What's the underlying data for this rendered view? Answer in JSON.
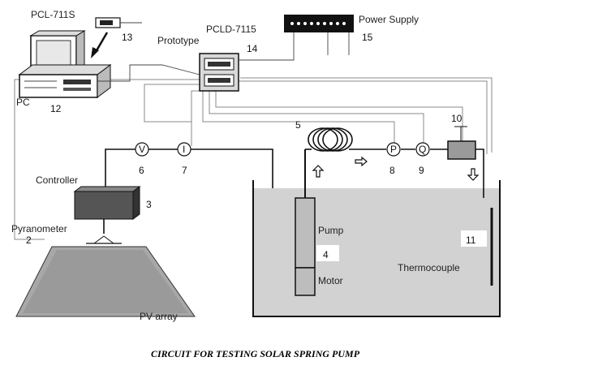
{
  "labels": {
    "pcl": "PCL-711S",
    "pcld": "PCLD-7115",
    "prototype": "Prototype",
    "power_supply": "Power Supply",
    "pc": "PC",
    "controller": "Controller",
    "pyranometer": "Pyranometer",
    "pv_array": "PV array",
    "pump": "Pump",
    "motor": "Motor",
    "thermocouple": "Thermocouple"
  },
  "meters": {
    "v": "V",
    "i": "I",
    "p": "P",
    "q": "Q"
  },
  "numbers": {
    "n2": "2",
    "n3": "3",
    "n4": "4",
    "n5": "5",
    "n6": "6",
    "n7": "7",
    "n8": "8",
    "n9": "9",
    "n10": "10",
    "n11": "11",
    "n12": "12",
    "n13": "13",
    "n14": "14",
    "n15": "15"
  },
  "caption": "CIRCUIT FOR TESTING SOLAR SPRING PUMP"
}
